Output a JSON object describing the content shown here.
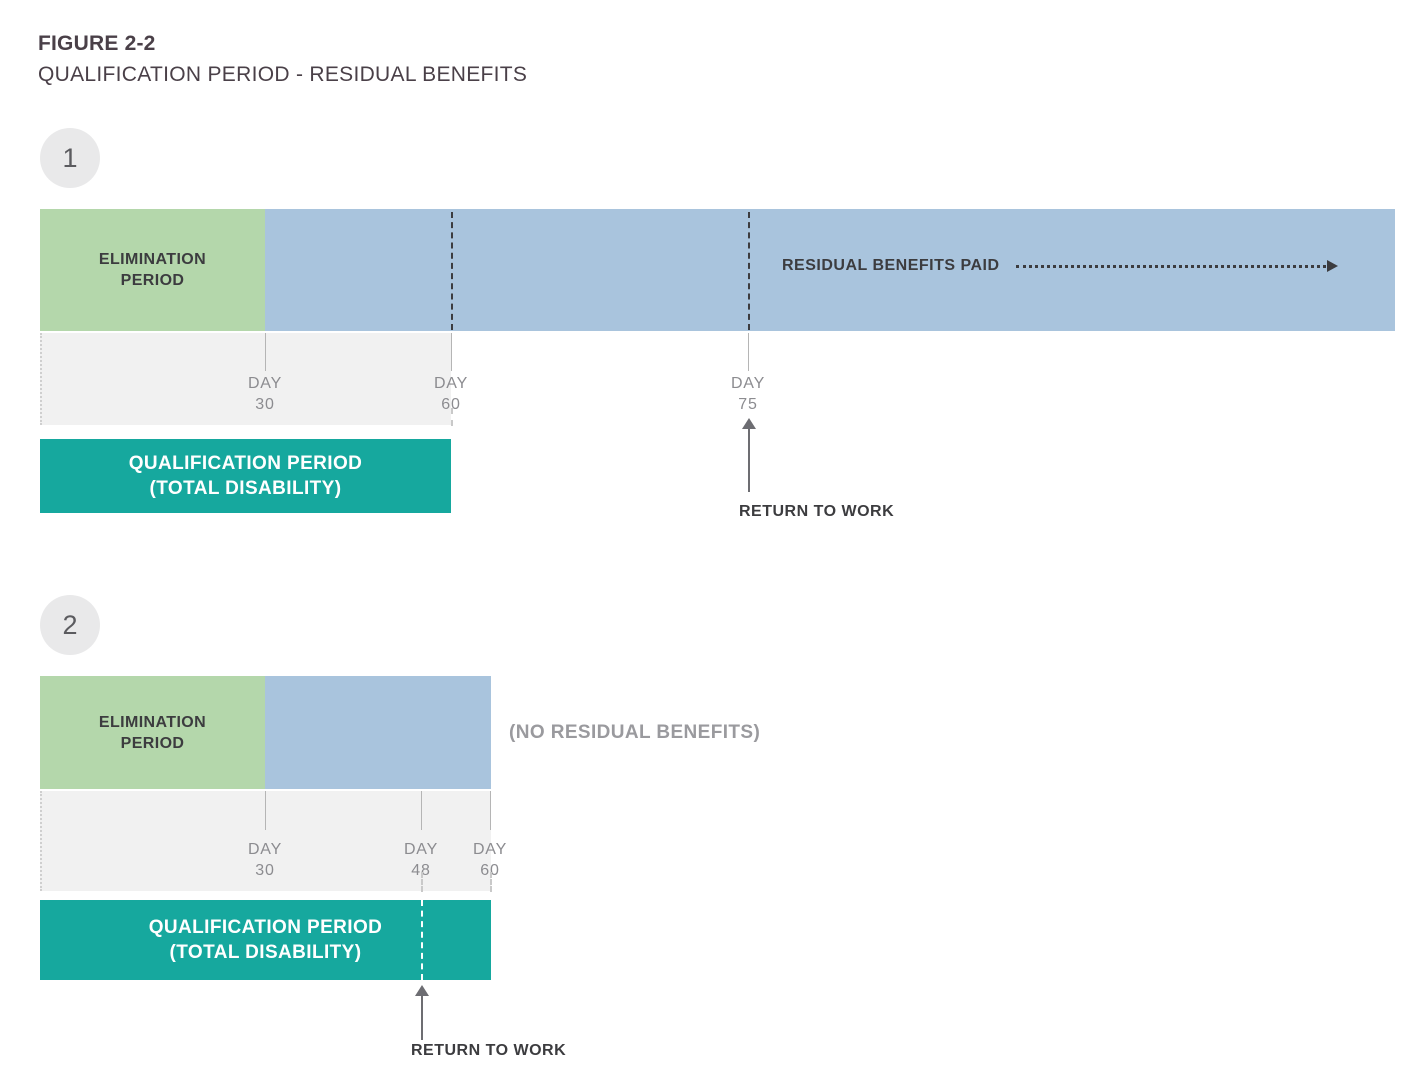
{
  "figure": {
    "number": "FIGURE 2-2",
    "title": "QUALIFICATION PERIOD - RESIDUAL BENEFITS"
  },
  "colors": {
    "elimination": "#b4d7ab",
    "benefit": "#a9c4dd",
    "qualification": "#16a89e",
    "track": "#f1f1f1",
    "badge": "#e9e9ea",
    "text_dark": "#3c3c3f",
    "text_muted": "#8c8c90"
  },
  "scenarios": [
    {
      "badge": "1",
      "elimination_label_line1": "ELIMINATION",
      "elimination_label_line2": "PERIOD",
      "benefit_label": "RESIDUAL BENEFITS PAID",
      "qualification_label_line1": "QUALIFICATION PERIOD",
      "qualification_label_line2": "(TOTAL DISABILITY)",
      "days": [
        {
          "word": "DAY",
          "value": "30"
        },
        {
          "word": "DAY",
          "value": "60"
        },
        {
          "word": "DAY",
          "value": "75"
        }
      ],
      "return_to_work_label": "RETURN TO WORK",
      "return_to_work_day": "75"
    },
    {
      "badge": "2",
      "elimination_label_line1": "ELIMINATION",
      "elimination_label_line2": "PERIOD",
      "note": "(NO RESIDUAL BENEFITS)",
      "qualification_label_line1": "QUALIFICATION PERIOD",
      "qualification_label_line2": "(TOTAL DISABILITY)",
      "days": [
        {
          "word": "DAY",
          "value": "30"
        },
        {
          "word": "DAY",
          "value": "48"
        },
        {
          "word": "DAY",
          "value": "60"
        }
      ],
      "return_to_work_label": "RETURN TO WORK",
      "return_to_work_day": "48"
    }
  ]
}
